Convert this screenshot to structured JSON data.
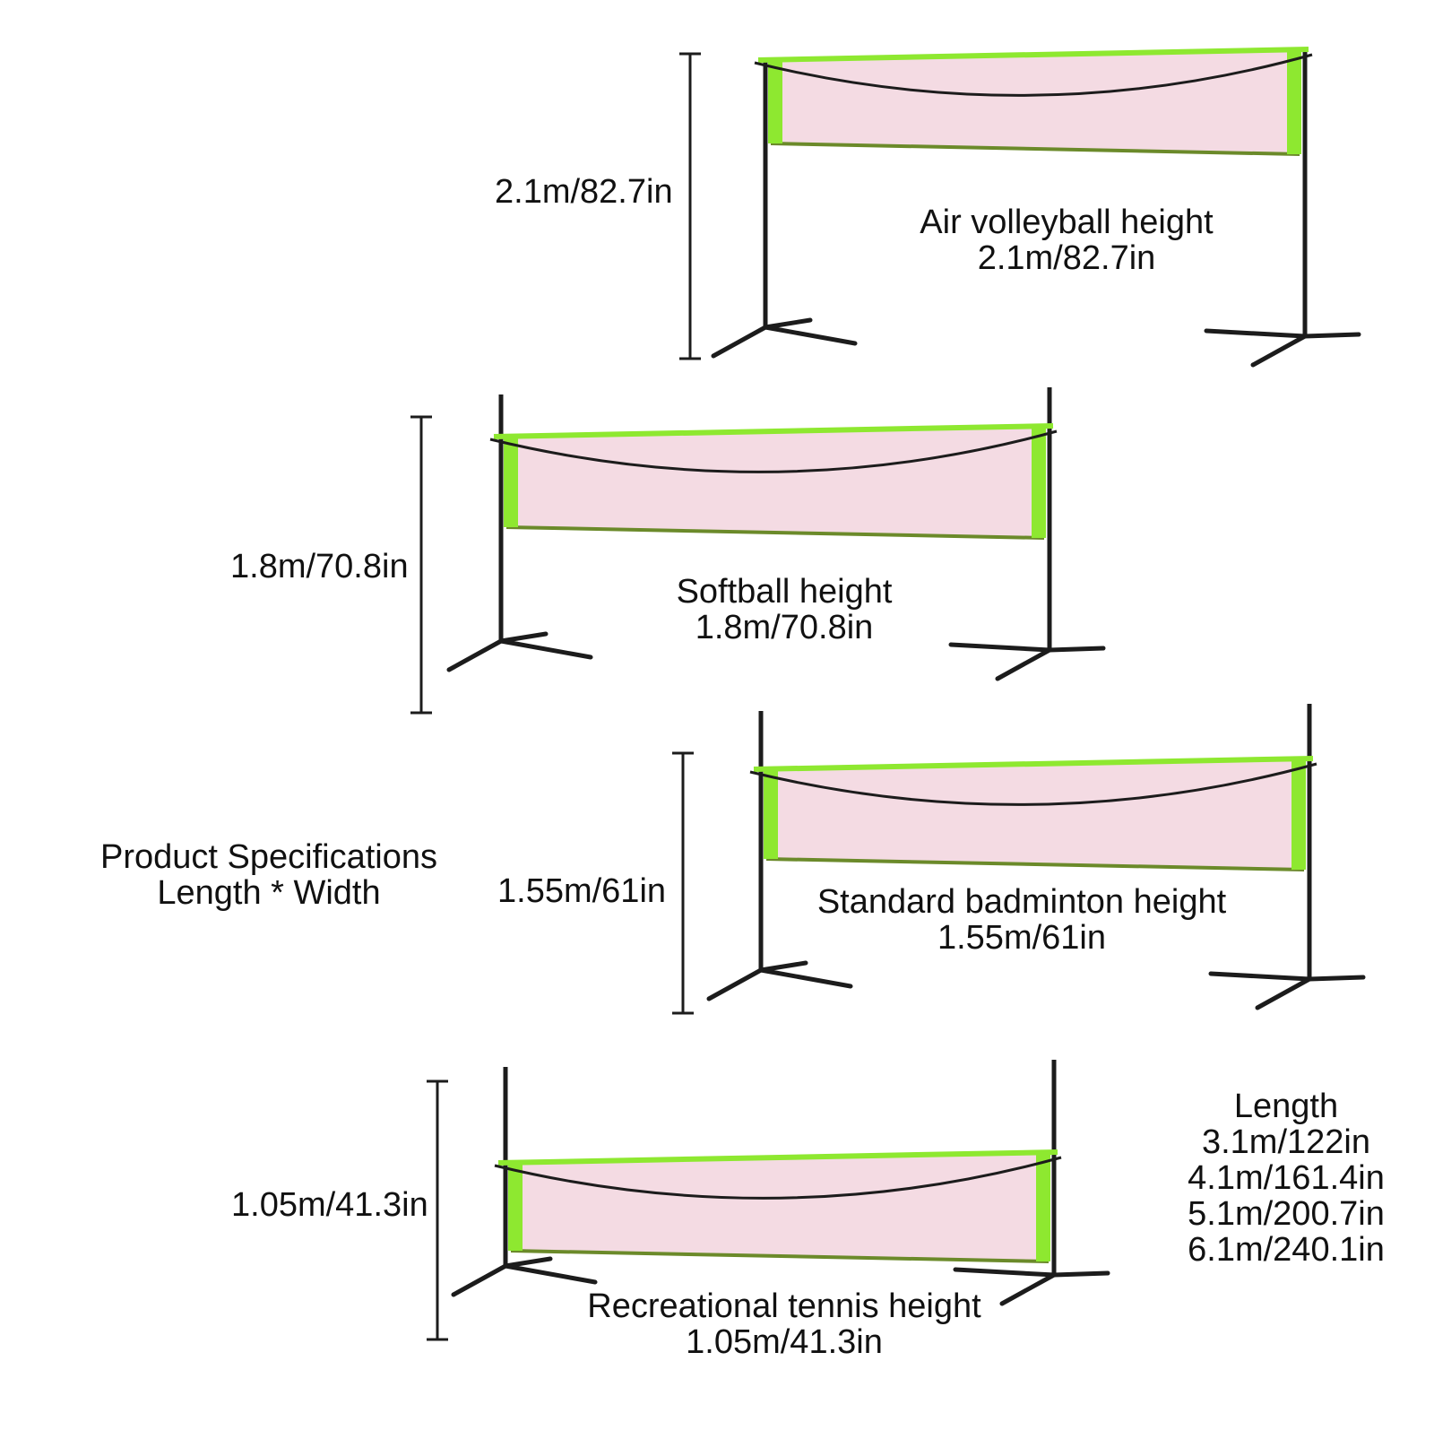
{
  "colors": {
    "mesh": "#f4dbe3",
    "rim": "#8ee830",
    "pole": "#1c1c1c",
    "text": "#111111"
  },
  "nets": [
    {
      "measure": "2.1m/82.7in",
      "name": "Air volleyball height",
      "value": "2.1m/82.7in"
    },
    {
      "measure": "1.8m/70.8in",
      "name": "Softball height",
      "value": "1.8m/70.8in"
    },
    {
      "measure": "1.55m/61in",
      "name": "Standard badminton height",
      "value": "1.55m/61in"
    },
    {
      "measure": "1.05m/41.3in",
      "name": "Recreational tennis height",
      "value": "1.05m/41.3in"
    }
  ],
  "spec": {
    "line1": "Product Specifications",
    "line2": "Length * Width"
  },
  "length": {
    "title": "Length",
    "values": [
      "3.1m/122in",
      "4.1m/161.4in",
      "5.1m/200.7in",
      "6.1m/240.1in"
    ]
  }
}
